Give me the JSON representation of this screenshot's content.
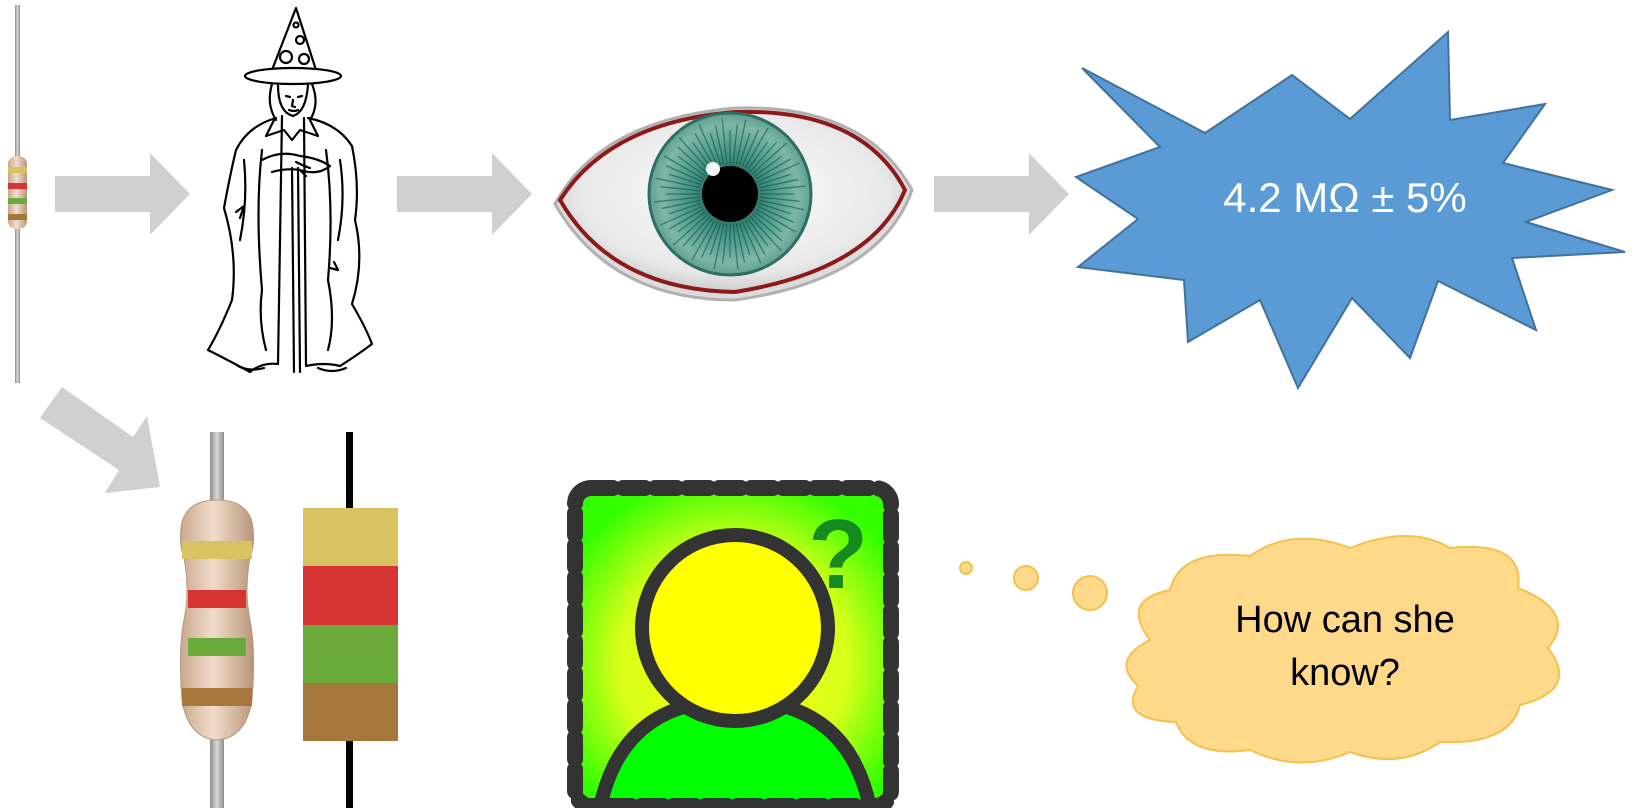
{
  "starburst": {
    "label": "4.2 MΩ ± 5%",
    "fill": "#5b9bd5",
    "stroke": "#41719c"
  },
  "thought_bubble": {
    "line1": "How can she",
    "line2": "know?",
    "fill": "#ffd98a",
    "stroke": "#f2c14e"
  },
  "arrows": {
    "fill": "#d0d0d0"
  },
  "resistor_bands": [
    "#d9c261",
    "#d63333",
    "#6aaa3a",
    "#a5773a"
  ],
  "person_icon": {
    "mark": "?",
    "mark_color": "#158a1e",
    "head_fill": "#ffff00",
    "body_fill": "#00ff00",
    "frame_color": "#333333"
  },
  "icons": [
    "resistor-icon",
    "witch-icon",
    "eye-icon",
    "starburst-icon",
    "person-question-icon",
    "thought-bubble-icon"
  ]
}
